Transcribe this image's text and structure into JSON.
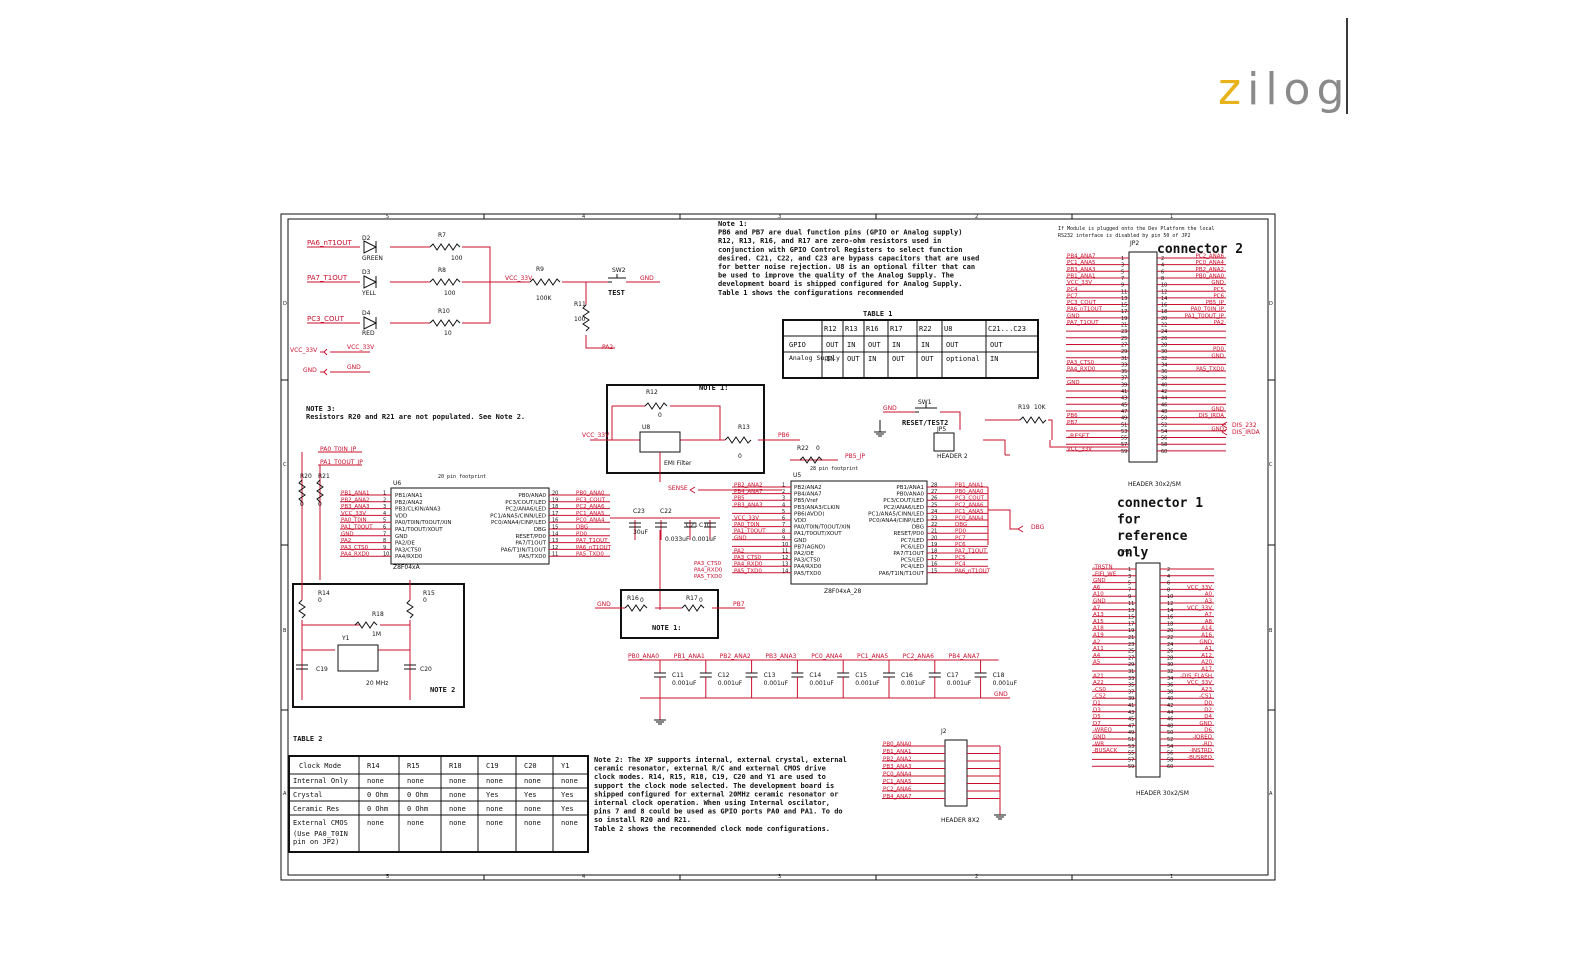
{
  "logo": {
    "first": "z",
    "rest": "ilog"
  },
  "notes": {
    "note1_lines": [
      "Note 1:",
      "PB6 and PB7 are dual function pins (GPIO or Analog  supply)",
      "R12, R13, R16, and R17 are zero-ohm resistors used in",
      "conjunction  with GPIO Control Registers to select function",
      "desired. C21, C22, and C23 are bypass capacitors that are used",
      "for better noise rejection. U8 is an optional filter that can",
      "be used to improve the  quality of the Analog Supply. The",
      "development board is shipped configured for  Analog Supply.",
      "Table 1 shows the configurations  recommended"
    ],
    "note3_lines": [
      "NOTE 3:",
      "Resistors R20 and R21 are not populated. See Note 2."
    ],
    "note2_lines": [
      "Note 2:  The XP supports internal, external crystal, external",
      " ceramic resonator, external R/C and external CMOS drive",
      "clock  modes.  R14, R15, R18, C19, C20 and Y1 are used to",
      "support the clock mode selected.  The development board is",
      "shipped  configured for external 20MHz ceramic resonator or",
      "internal  clock operation. When using Internal oscilator,",
      "pins 7 and 8 could be used as GPIO ports PA0 and PA1. To do",
      "so install R20 and R21.",
      "Table 2 shows the recommended clock mode configurations."
    ],
    "jp_note_lines": [
      "If Module is plugged onto the Dev Platform the local",
      "RS232 interface is disabled by pin 50 of JP2"
    ]
  },
  "table1": {
    "title": "TABLE 1",
    "headers": [
      "",
      "R12",
      "R13",
      "R16",
      "R17",
      "R22",
      "U8",
      "C21...C23"
    ],
    "rows": [
      [
        "GPIO",
        "OUT",
        "IN",
        "OUT",
        "IN",
        "IN",
        "OUT",
        "OUT"
      ],
      [
        "Analog Supply",
        "IN",
        "OUT",
        "IN",
        "OUT",
        "OUT",
        "optional",
        "IN"
      ]
    ]
  },
  "table2": {
    "title": "TABLE 2",
    "headers": [
      "Clock Mode",
      "R14",
      "R15",
      "R18",
      "C19",
      "C20",
      "Y1"
    ],
    "rows": [
      [
        "Internal Only",
        "none",
        "none",
        "none",
        "none",
        "none",
        "none"
      ],
      [
        "Crystal",
        "0 Ohm",
        "0 Ohm",
        "none",
        "Yes",
        "Yes",
        "Yes"
      ],
      [
        "Ceramic Res",
        "0 Ohm",
        "0 Ohm",
        "none",
        "none",
        "none",
        "Yes"
      ],
      [
        "External CMOS",
        "none",
        "none",
        "none",
        "none",
        "none",
        "none"
      ]
    ],
    "footnote": [
      "(Use PA0_T0IN",
      "pin on JP2)"
    ]
  },
  "labels": {
    "connector2": "connector 2",
    "connector1": [
      "connector 1",
      "for",
      "reference",
      "only"
    ],
    "jp2": "JP2",
    "jp1": "JP1",
    "jp2_footer": "HEADER 30x2/SM",
    "jp1_footer": "HEADER 30x2/SM",
    "j2": "J2",
    "j2_footer": "HEADER 8X2",
    "u6": "U6",
    "u6_part": "Z8F04xA",
    "u6_fp": "20 pin footprint",
    "u5": "U5",
    "u5_part": "Z8F04xA_28",
    "u5_fp": "28 pin footprint",
    "u8": "U8",
    "emi": "EMI Filter",
    "reset": "RESET/TEST2",
    "test": "TEST",
    "sw1": "SW1",
    "sw2": "SW2",
    "jp5": "JP5",
    "header2": "HEADER 2",
    "note1_box": "NOTE 1:",
    "note2_box": "NOTE 2",
    "y1": "Y1",
    "mhz": "20 MHz",
    "green": "GREEN",
    "yell": "YELL",
    "red": "RED"
  },
  "parts": {
    "d2": "D2",
    "d3": "D3",
    "d4": "D4",
    "r7": "R7",
    "r8": "R8",
    "r10": "R10",
    "r9": "R9",
    "r11": "R11",
    "r7v": "100",
    "r8v": "100",
    "r10v": "10",
    "r9v": "100K",
    "r11v": "100",
    "r12": "R12",
    "r12v": "0",
    "r13": "R13",
    "r13v": "0",
    "r22": "R22",
    "r22v": "0",
    "r19": "R19",
    "r19v": "10K",
    "r20": "R20",
    "r20v": "0",
    "r21": "R21",
    "r21v": "0",
    "r14": "R14",
    "r14v": "0",
    "r15": "R15",
    "r15v": "0",
    "r18": "R18",
    "r18v": "1M",
    "r16": "R16",
    "r16v": "0",
    "r17": "R17",
    "r17v": "0",
    "c19": "C19",
    "c20": "C20",
    "c21": "C21",
    "c21v": "0.001uF",
    "c22": "C22",
    "c22v": "0.033uF",
    "c23": "C23",
    "c23v": "30uF"
  },
  "nets": {
    "pa6": "PA6_nT1OUT",
    "pa7": "PA7_T1OUT",
    "pc3": "PC3_COUT",
    "vcc": "VCC_33V",
    "gnd": "GND",
    "pa2": "PA2",
    "pb6": "PB6",
    "pb7": "PB7",
    "pb5jp": "PB5_JP",
    "sense": "SENSE",
    "dbg": "DBG",
    "reset_n": "-RESET",
    "pa0jp": "PA0_T0IN_JP",
    "pa1jp": "PA1_T0OUT_JP",
    "dis232": "DIS_232",
    "disirda": "DIS_IRDA",
    "disirda2": "DIS_IRDA"
  },
  "u6_left": [
    [
      "PB1/ANA1",
      "1"
    ],
    [
      "PB2/ANA2",
      "2"
    ],
    [
      "PB3/CLKIN/ANA3",
      "3"
    ],
    [
      "VDD",
      "4"
    ],
    [
      "PA0/T0IN/T0OUT/XIN",
      "5"
    ],
    [
      "PA1/T0OUT/XOUT",
      "6"
    ],
    [
      "GND",
      "7"
    ],
    [
      "PA2/DE",
      "8"
    ],
    [
      "PA3/CTS0",
      "9"
    ],
    [
      "PA4/RXD0",
      "10"
    ]
  ],
  "u6_right": [
    [
      "PB0/ANA0",
      "20"
    ],
    [
      "PC3/COUT/LED",
      "19"
    ],
    [
      "PC2/ANA6/LED",
      "18"
    ],
    [
      "PC1/ANA5/CINN/LED",
      "17"
    ],
    [
      "PC0/ANA4/CINP/LED",
      "16"
    ],
    [
      "DBG",
      "15"
    ],
    [
      "RESET/PD0",
      "14"
    ],
    [
      "PA7/T1OUT",
      "13"
    ],
    [
      "PA6/T1IN/T1OUT",
      "12"
    ],
    [
      "PA5/TXD0",
      "11"
    ]
  ],
  "u6_lnets": [
    "PB1_ANA1",
    "PB2_ANA2",
    "PB3_ANA3",
    "VCC_33V",
    "PA0_T0IN",
    "PA1_T0OUT",
    "GND",
    "PA2",
    "PA3_CTS0",
    "PA4_RXD0"
  ],
  "u6_rnets": [
    "PB0_ANA0",
    "PC3_COUT",
    "PC2_ANA6",
    "PC1_ANA5",
    "PC0_ANA4",
    "DBG",
    "PD0",
    "PA7_T1OUT",
    "PA6_nT1OUT",
    "PA5_TXD0"
  ],
  "u5_left": [
    [
      "PB2/ANA2",
      "1"
    ],
    [
      "PB4/ANA7",
      "2"
    ],
    [
      "PB5/Vref",
      "3"
    ],
    [
      "PB3/ANA3/CLKIN",
      "4"
    ],
    [
      "PB6(AVDD)",
      "5"
    ],
    [
      "VDD",
      "6"
    ],
    [
      "PA0/T0IN/T0OUT/XIN",
      "7"
    ],
    [
      "PA1/T0OUT/XOUT",
      "8"
    ],
    [
      "GND",
      "9"
    ],
    [
      "PB7(AGND)",
      "10"
    ],
    [
      "PA2/DE",
      "11"
    ],
    [
      "PA3/CTS0",
      "12"
    ],
    [
      "PA4/RXD0",
      "13"
    ],
    [
      "PA5/TXD0",
      "14"
    ]
  ],
  "u5_right": [
    [
      "PB1/ANA1",
      "28"
    ],
    [
      "PB0/ANA0",
      "27"
    ],
    [
      "PC3/COUT/LED",
      "26"
    ],
    [
      "PC2/ANA6/LED",
      "25"
    ],
    [
      "PC1/ANA5/CINN/LED",
      "24"
    ],
    [
      "PC0/ANA4/CINP/LED",
      "23"
    ],
    [
      "DBG",
      "22"
    ],
    [
      "RESET/PD0",
      "21"
    ],
    [
      "PC7/LED",
      "20"
    ],
    [
      "PC6/LED",
      "19"
    ],
    [
      "PA7/T1OUT",
      "18"
    ],
    [
      "PC5/LED",
      "17"
    ],
    [
      "PC4/LED",
      "16"
    ],
    [
      "PA6/T1IN/T1OUT",
      "15"
    ]
  ],
  "u5_lnets": [
    "PB2_ANA2",
    "PB4_ANA7",
    "PB5",
    "PB3_ANA3",
    "",
    "VCC_33V",
    "PA0_T0IN",
    "PA1_T0OUT",
    "GND",
    "",
    "PA2",
    "PA3_CTS0",
    "PA4_RXD0",
    "PA5_TXD0"
  ],
  "u5_rnets": [
    "PB1_ANA1",
    "PB0_ANA0",
    "PC3_COUT",
    "PC2_ANA6",
    "PC1_ANA5",
    "PC0_ANA4",
    "DBG",
    "PD0",
    "PC7",
    "PC6",
    "PA7_T1OUT",
    "PC5",
    "PC4",
    "PA6_nT1OUT"
  ],
  "u5_extra_left": [
    "PA3_CTS0",
    "PA4_RXD0",
    "PA5_TXD0"
  ],
  "caps_row": {
    "nets": [
      "PB0_ANA0",
      "PB1_ANA1",
      "PB2_ANA2",
      "PB3_ANA3",
      "PC0_ANA4",
      "PC1_ANA5",
      "PC2_ANA6",
      "PB4_ANA7"
    ],
    "names": [
      "C11",
      "C12",
      "C13",
      "C14",
      "C15",
      "C16",
      "C17",
      "C18"
    ],
    "value": "0.001uF"
  },
  "jp2_left": [
    "PB4_ANA7",
    "PC1_ANA5",
    "PB3_ANA3",
    "PB1_ANA1",
    "VCC_33V",
    "PC4",
    "PC7",
    "PC3_COUT",
    "PA6_nT1OUT",
    "GND",
    "PA7_T1OUT",
    "",
    "",
    "",
    "",
    "",
    "PA3_CTS0",
    "PA4_RXD0",
    "",
    "GND",
    "",
    "",
    "",
    "",
    "PB6",
    "PB7",
    "",
    "",
    "",
    "VCC_33V"
  ],
  "jp2_right": [
    "PC2_ANA6",
    "PC0_ANA4",
    "PB2_ANA2",
    "PB0_ANA0",
    "GND",
    "PC5",
    "PC6",
    "PB5_JP",
    "PA0_T0IN_JP",
    "PA1_T0OUT_JP",
    "PA2",
    "",
    "",
    "",
    "PD0",
    "GND",
    "",
    "PA5_TXD0",
    "",
    "",
    "",
    "",
    "",
    "GND",
    "DIS_IRDA",
    "",
    "GND",
    "",
    "",
    ""
  ],
  "jp1_left": [
    "-TRSTN",
    "-FIFI_WE",
    "GND",
    "A6",
    "A10",
    "GND",
    "A7",
    "A13",
    "A15",
    "A18",
    "A19",
    "A2",
    "A11",
    "A4",
    "A5",
    "",
    "A21",
    "A22",
    "-CS0",
    "-CS2",
    "D1",
    "D3",
    "D5",
    "D7",
    "-WREQ",
    "GND",
    "-WR",
    "-BUSACK",
    "",
    ""
  ],
  "jp1_right": [
    "",
    "",
    "",
    "VCC_33V",
    "A0",
    "A3",
    "VCC_33V",
    "A7",
    "A8",
    "A14",
    "A16",
    "GND",
    "A1",
    "A12",
    "A20",
    "A17",
    "-DIS_FLASH",
    "VCC_33V",
    "A23",
    "-CS1",
    "D0",
    "D2",
    "D4",
    "GND",
    "D6",
    "-IOREQ",
    "-RD",
    "-INSTRD",
    "-BUSREQ",
    ""
  ],
  "j2_left": [
    "PB0_ANA0",
    "PB1_ANA1",
    "PB2_ANA2",
    "PB3_ANA3",
    "PC0_ANA4",
    "PC1_ANA5",
    "PC2_ANA6",
    "PB4_ANA7"
  ],
  "border": {
    "cols": [
      "5",
      "4",
      "3",
      "2",
      "1"
    ],
    "rows": [
      "D",
      "C",
      "B",
      "A"
    ]
  }
}
